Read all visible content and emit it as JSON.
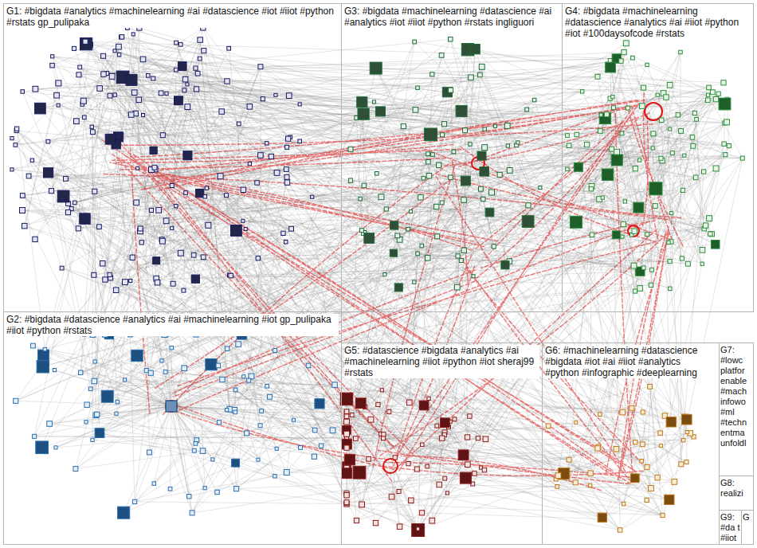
{
  "diagram": {
    "nodes": [
      {
        "text": [
          "G1: #bigdata #analytics #machinelearning #ai #datascience #iot #iiot #python #rstats gp_pulipaka"
        ]
      },
      {
        "text": [
          "G3: #bigdata #machinelearning #datascience #ai #analytics #iot #iiot #python #rstats ingliguori"
        ]
      },
      {
        "text": [
          "G4: #bigdata #machinelearning #datascience #analytics #ai #iiot #python #iot #100daysofcode #rstats"
        ]
      },
      {
        "text": [
          "G2: #bigdata #datascience #analytics #ai #machinelearning #iot gp_pulipaka #iiot #python #rstats"
        ]
      },
      {
        "text": [
          "G5: #datascience #bigdata #analytics #ai #machinelearning #iiot #python #iot sheraj99 #rstats"
        ]
      },
      {
        "text": [
          "G6: #machinelearning #datascience #bigdata #iot #ai #iiot #analytics #python #infographic #deeplearning"
        ]
      },
      {
        "text": [
          "G7: #lowc platfor enable #mach infowo #ml #techn entma unfoldl"
        ]
      },
      {
        "text": [
          "G8: realizi"
        ]
      },
      {
        "text": [
          "G9: #da t #iiot"
        ]
      },
      {
        "text": [
          "G"
        ]
      }
    ],
    "edges": []
  }
}
